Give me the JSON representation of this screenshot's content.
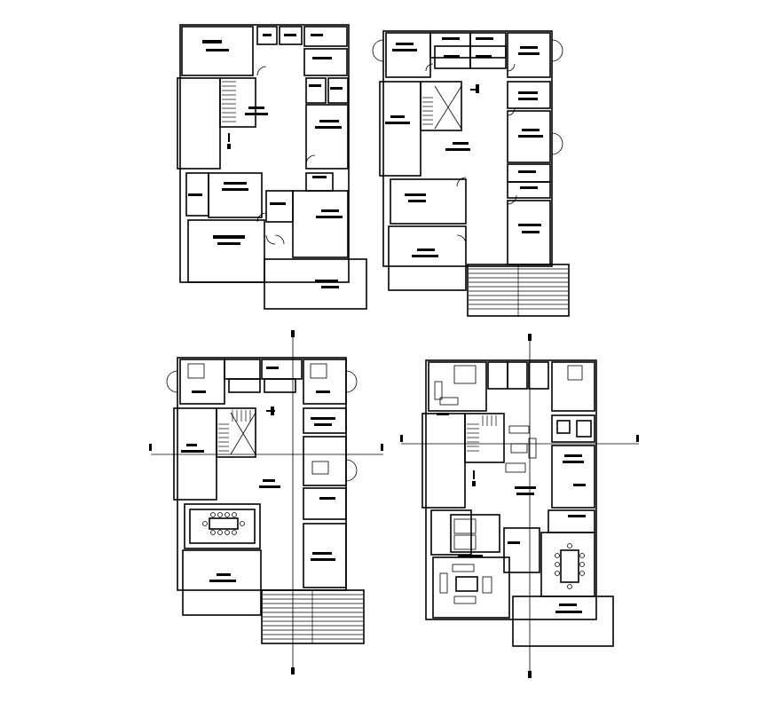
{
  "drawing": {
    "plans": [
      {
        "id": "plan-top-left",
        "rooms": 15
      },
      {
        "id": "plan-top-right",
        "rooms": 14
      },
      {
        "id": "plan-bottom-left",
        "rooms": 12
      },
      {
        "id": "plan-bottom-right",
        "rooms": 13
      }
    ],
    "colors": {
      "line": "#000000",
      "background": "#ffffff",
      "label_bar": "#000000"
    }
  }
}
